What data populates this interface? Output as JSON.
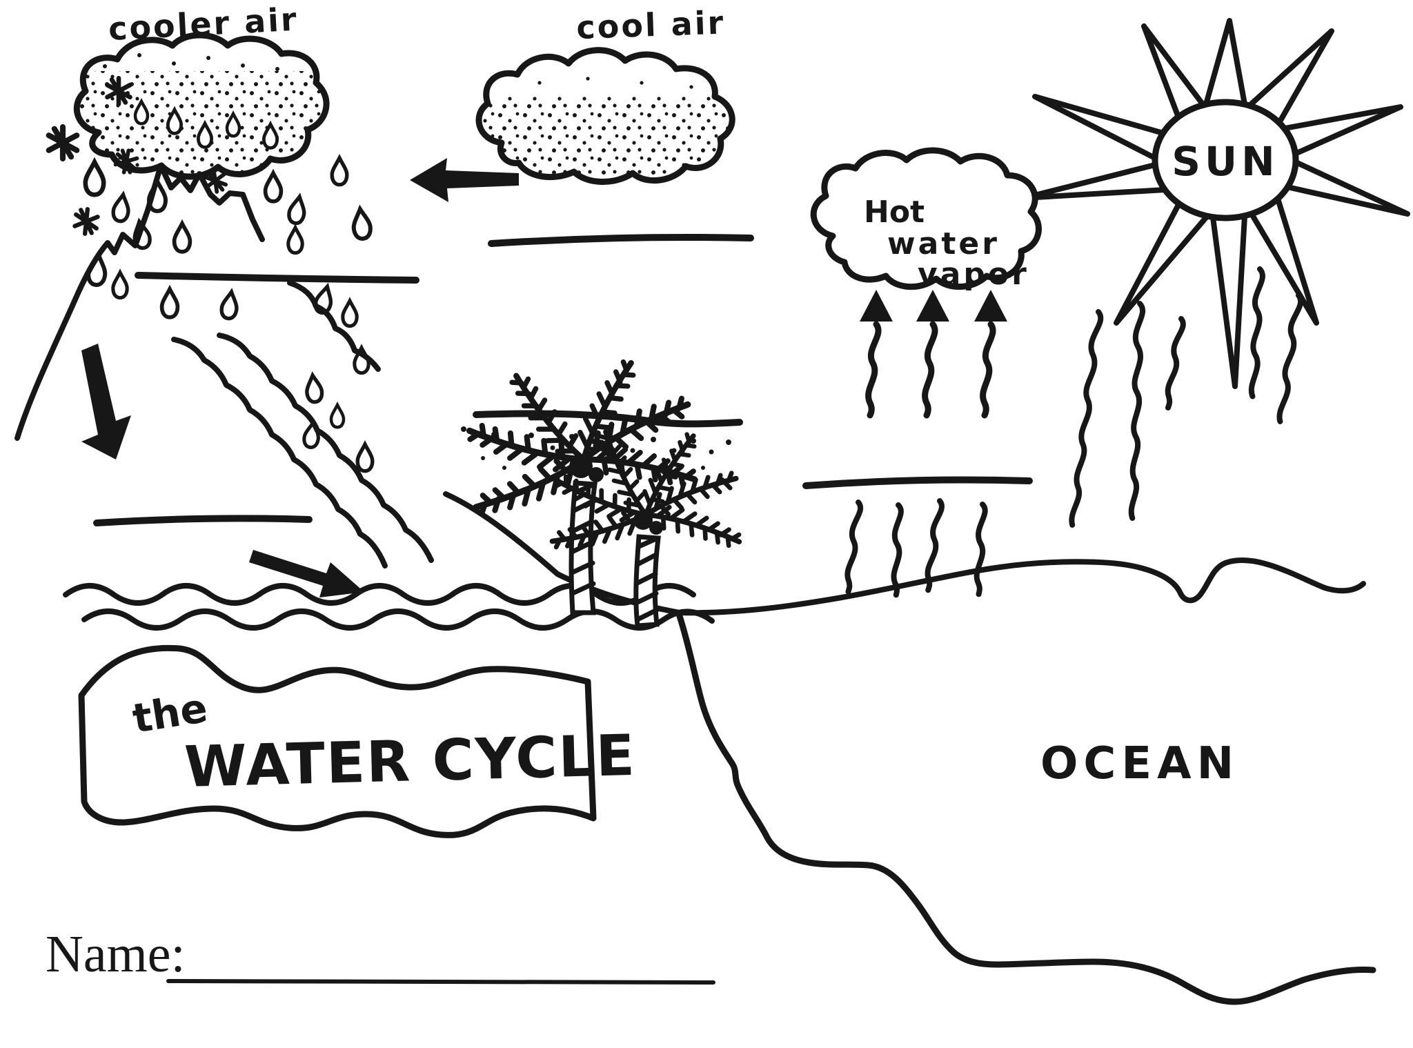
{
  "page": {
    "description": "hand-drawn water cycle coloring worksheet",
    "background_color": "#ffffff",
    "ink_color": "#171717"
  },
  "labels": {
    "cooler_air": "cooler air",
    "cool_air": "cool air",
    "hot": "Hot",
    "water": "water",
    "vapor": "vapor",
    "sun": "SUN",
    "ocean": "OCEAN",
    "banner_the": "the",
    "banner_title": "WATER CYCLE",
    "name_label": "Name:",
    "name_value": ""
  },
  "arrows": [
    {
      "name": "cool-air-flow",
      "direction": "left"
    },
    {
      "name": "precipitation-to-ground",
      "direction": "down"
    },
    {
      "name": "runoff-to-ocean",
      "direction": "right"
    },
    {
      "name": "evaporation",
      "direction": "up",
      "count": 3
    }
  ],
  "answer_blanks": [
    {
      "id": "blank-1",
      "location": "below cooler air cloud"
    },
    {
      "id": "blank-2",
      "location": "below cool air cloud"
    },
    {
      "id": "blank-3",
      "location": "mountain base"
    },
    {
      "id": "blank-4",
      "location": "island beach line"
    },
    {
      "id": "blank-5",
      "location": "above ocean"
    }
  ]
}
